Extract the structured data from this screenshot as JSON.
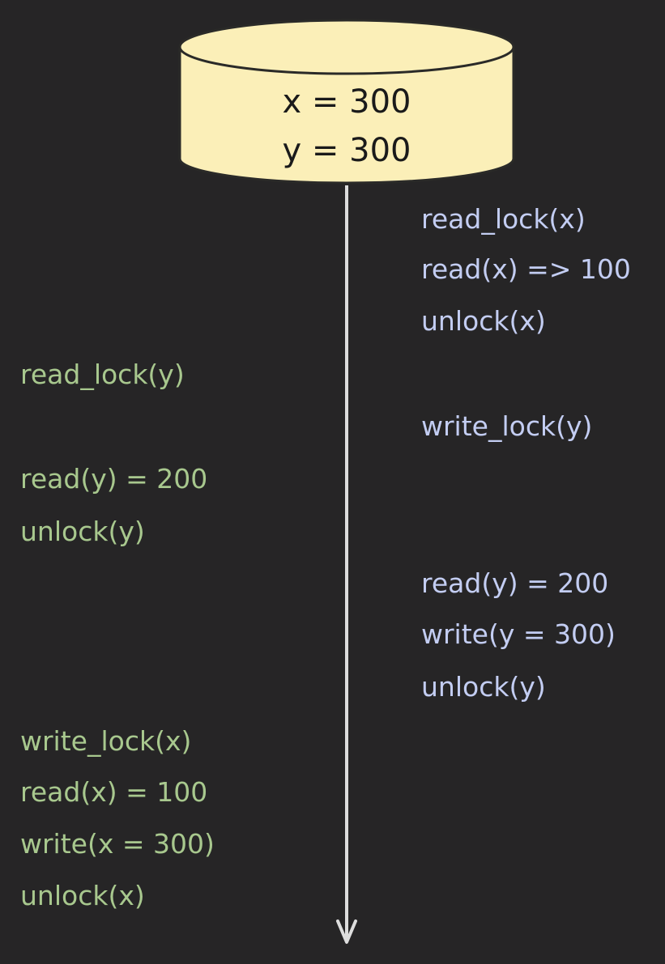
{
  "colors": {
    "background": "#262526",
    "database_fill": "#fbefb8",
    "database_stroke": "#2a2a28",
    "timeline": "#dddddd",
    "left_transaction_text": "#a8c88e",
    "right_transaction_text": "#c3cdf2"
  },
  "database": {
    "x_value": "x = 300",
    "y_value": "y = 300"
  },
  "left_transaction": {
    "op1": "read_lock(y)",
    "op2": "read(y) = 200",
    "op3": "unlock(y)",
    "op4": "write_lock(x)",
    "op5": "read(x) = 100",
    "op6": "write(x = 300)",
    "op7": "unlock(x)"
  },
  "right_transaction": {
    "op1": "read_lock(x)",
    "op2": "read(x) => 100",
    "op3": "unlock(x)",
    "op4": "write_lock(y)",
    "op5": "read(y) = 200",
    "op6": "write(y = 300)",
    "op7": "unlock(y)"
  }
}
